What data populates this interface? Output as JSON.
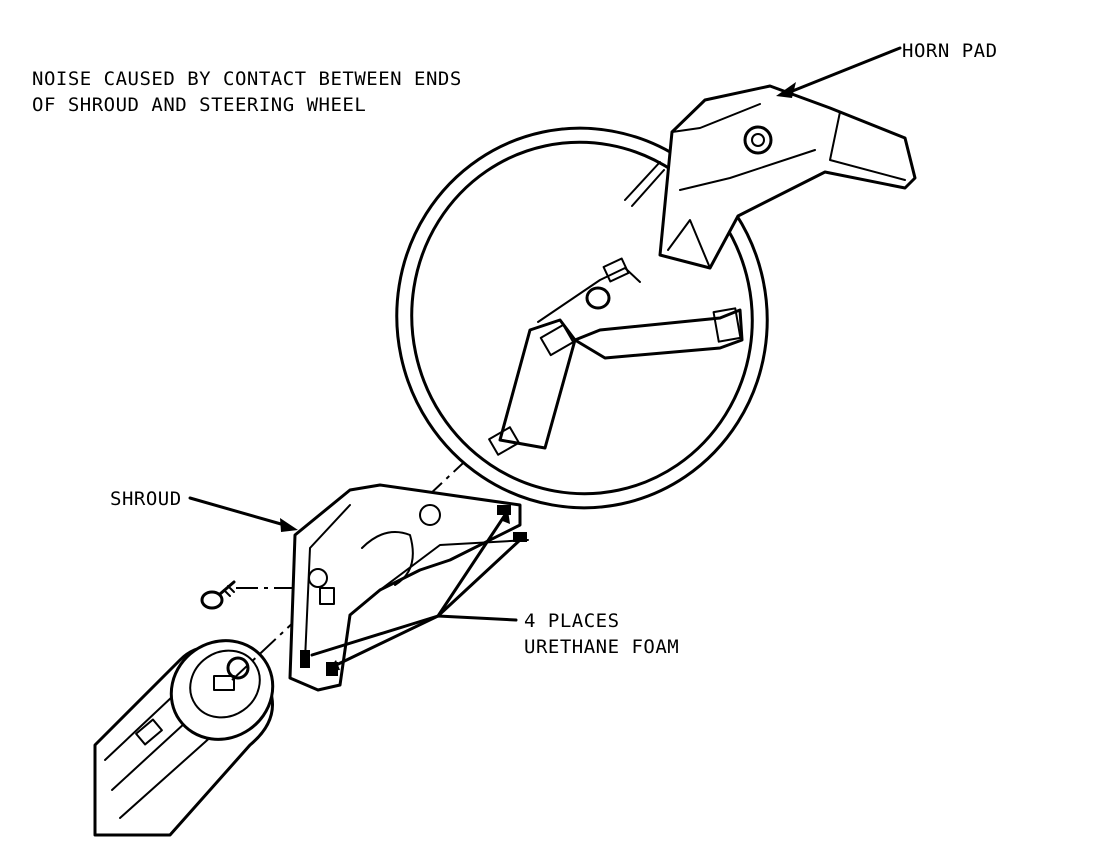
{
  "caption": {
    "line1": "NOISE CAUSED BY CONTACT BETWEEN ENDS",
    "line2": "OF SHROUD AND STEERING WHEEL"
  },
  "callouts": {
    "horn_pad": "HORN PAD",
    "shroud": "SHROUD",
    "foam_line1": "4 PLACES",
    "foam_line2": "URETHANE FOAM"
  }
}
